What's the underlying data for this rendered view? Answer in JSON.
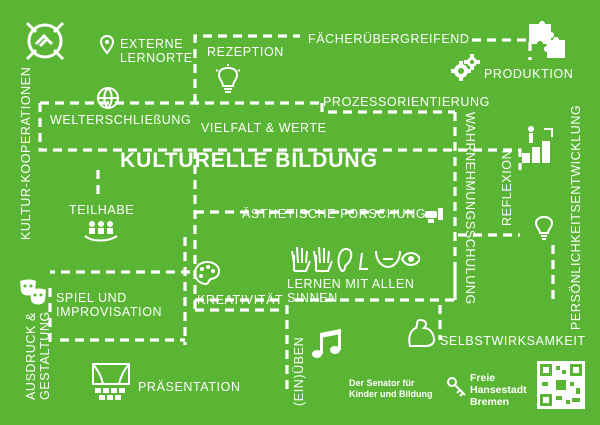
{
  "title": "KULTURELLE BILDUNG",
  "nodes": {
    "kultur_kooperationen": "KULTUR-KOOPERATIONEN",
    "externe_lernorte": "EXTERNE\nLERNORTE",
    "rezeption": "REZEPTION",
    "faecheruebergreifend": "FÄCHERÜBERGREIFEND",
    "produktion": "PRODUKTION",
    "prozessorientierung": "PROZESSORIENTIERUNG",
    "welterschliessung": "WELTERSCHLIEßUNG",
    "vielfalt_werte": "VIELFALT & WERTE",
    "wahrnehmungsschulung": "WAHRNEHMUNGSSCHULUNG",
    "reflexion": "REFLEXION",
    "persoenlichkeitsentwicklung": "PERSÖNLICHKEITSENTWICKLUNG",
    "teilhabe": "TEILHABE",
    "aesthetische_forschung": "ÄSTHETISCHE FORSCHUNG",
    "kreativitaet": "KREATIVITÄT",
    "lernen_mit_allen_sinnen": "LERNEN MIT ALLEN\nSINNEN",
    "spiel_improvisation": "SPIEL UND\nIMPROVISATION",
    "ausdruck_gestaltung": "AUSDRUCK &\nGESTALTUNG",
    "selbstwirksamkeit": "SELBSTWIRKSAMKEIT",
    "praesentation": "PRÄSENTATION",
    "ein_ueben": "(EIN)ÜBEN"
  },
  "footer": {
    "senator": "Der Senator für\nKinder und Bildung",
    "bremen_logo": "Freie\nHansestadt\nBremen"
  },
  "colors": {
    "background": "#5ab534",
    "foreground": "#ffffff"
  }
}
